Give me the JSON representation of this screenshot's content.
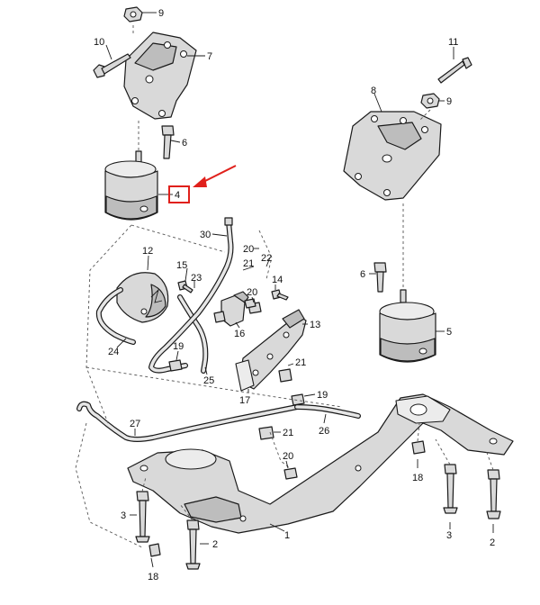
{
  "callouts": {
    "c1": "1",
    "c2a": "2",
    "c2b": "2",
    "c3": "3",
    "c3b": "3",
    "c4": "4",
    "c5": "5",
    "c6a": "6",
    "c6b": "6",
    "c7": "7",
    "c8": "8",
    "c9a": "9",
    "c9b": "9",
    "c10": "10",
    "c11": "11",
    "c12": "12",
    "c13": "13",
    "c14": "14",
    "c15": "15",
    "c16": "16",
    "c17": "17",
    "c18a": "18",
    "c18b": "18",
    "c19a": "19",
    "c19b": "19",
    "c20a": "20",
    "c20b": "20",
    "c20c": "20",
    "c21a": "21",
    "c21b": "21",
    "c21c": "21",
    "c22": "22",
    "c23": "23",
    "c24": "24",
    "c25": "25",
    "c26": "26",
    "c27": "27",
    "c30": "30"
  },
  "highlight": {
    "color": "#e0201b",
    "target": "4"
  }
}
